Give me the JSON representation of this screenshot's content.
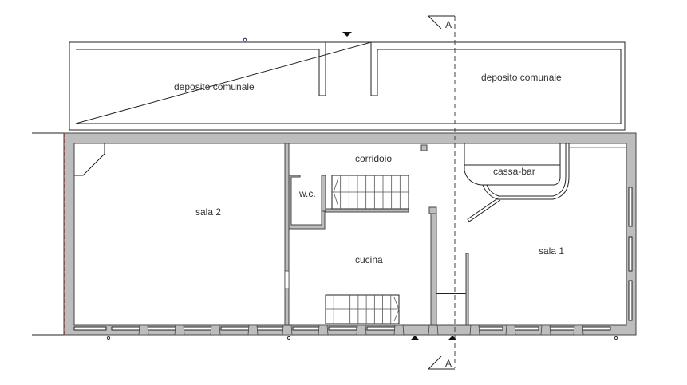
{
  "rooms": {
    "deposito_left": "deposito comunale",
    "deposito_right": "deposito comunale",
    "sala_2": "sala 2",
    "corridoio": "corridoio",
    "wc": "w.c.",
    "cucina": "cucina",
    "cassa_bar": "cassa-bar",
    "sala_1": "sala 1"
  },
  "section": {
    "top_label": "A",
    "bottom_label": "A"
  },
  "colors": {
    "wall": "#bdbdbd",
    "boundary": "#e53935",
    "marker": "#1a237e"
  }
}
